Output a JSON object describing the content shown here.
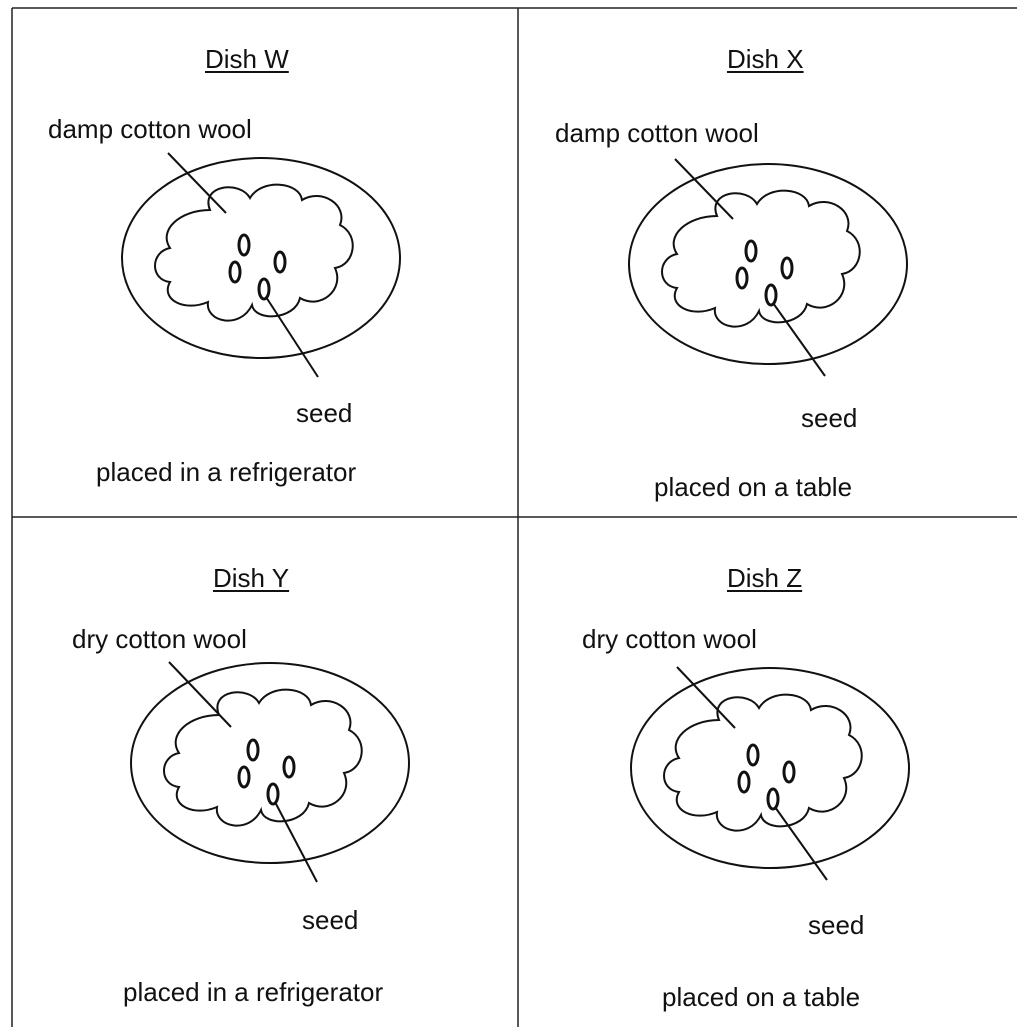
{
  "dishes": [
    {
      "title": "Dish W",
      "cotton_label": "damp cotton wool",
      "seed_label": "seed",
      "placement": "placed in a refrigerator"
    },
    {
      "title": "Dish X",
      "cotton_label": "damp cotton wool",
      "seed_label": "seed",
      "placement": "placed on a table"
    },
    {
      "title": "Dish Y",
      "cotton_label": "dry cotton wool",
      "seed_label": "seed",
      "placement": "placed in a refrigerator"
    },
    {
      "title": "Dish Z",
      "cotton_label": "dry cotton wool",
      "seed_label": "seed",
      "placement": "placed on a table"
    }
  ]
}
